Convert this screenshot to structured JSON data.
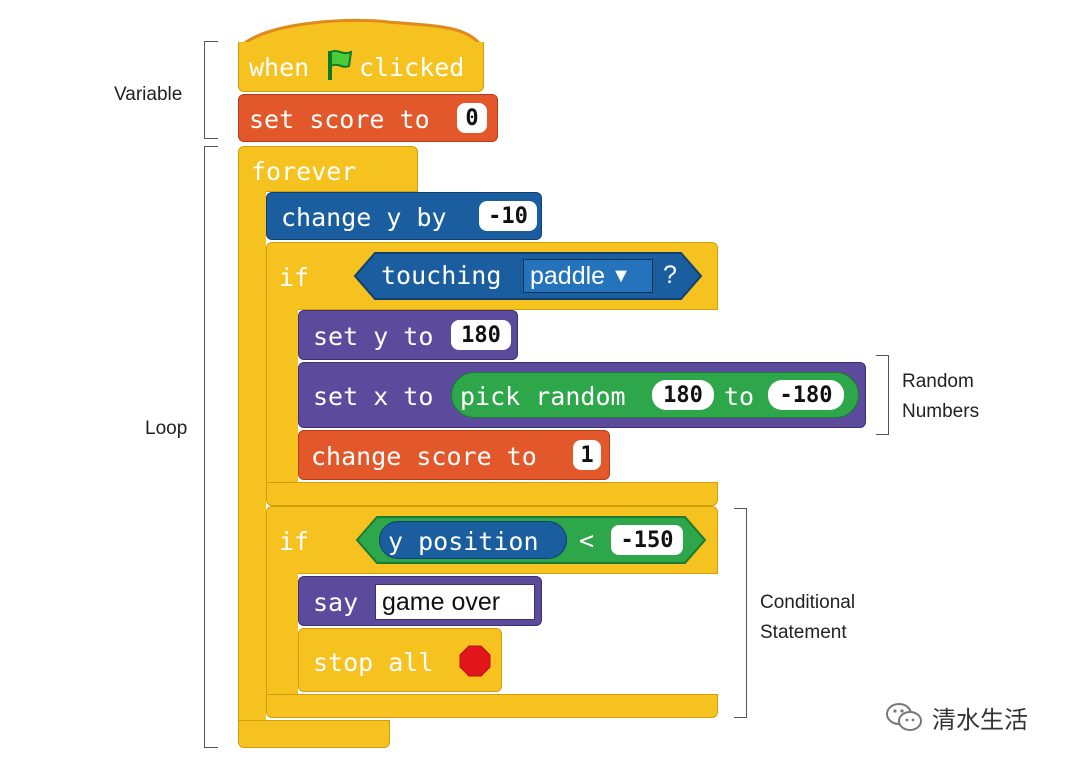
{
  "blocks": {
    "when_flag": {
      "text1": "when",
      "text2": "clicked"
    },
    "set_score": {
      "text": "set score to",
      "value": "0"
    },
    "forever": {
      "text": "forever"
    },
    "change_y": {
      "text": "change y by",
      "value": "-10"
    },
    "if_touching": {
      "if": "if",
      "text": "touching",
      "target": "paddle",
      "arrow": "▼",
      "q": "?"
    },
    "set_y": {
      "text": "set y to",
      "value": "180"
    },
    "set_x": {
      "text": "set x to",
      "op": "pick random",
      "from": "180",
      "to_word": "to",
      "to": "-180"
    },
    "change_score": {
      "text": "change score to",
      "value": "1"
    },
    "if_ypos": {
      "if": "if",
      "reporter": "y position",
      "op": "<",
      "value": "-150"
    },
    "say": {
      "text": "say",
      "value": "game over"
    },
    "stop": {
      "text": "stop all"
    }
  },
  "annotations": {
    "variable": "Variable",
    "loop": "Loop",
    "random_1": "Random",
    "random_2": "Numbers",
    "cond_1": "Conditional",
    "cond_2": "Statement"
  },
  "watermark": "清水生活",
  "colors": {
    "control": "#f6c21f",
    "data": "#e2582b",
    "motion": "#1a5ea0",
    "looks": "#5c4a9c",
    "operators": "#2ea64a"
  }
}
